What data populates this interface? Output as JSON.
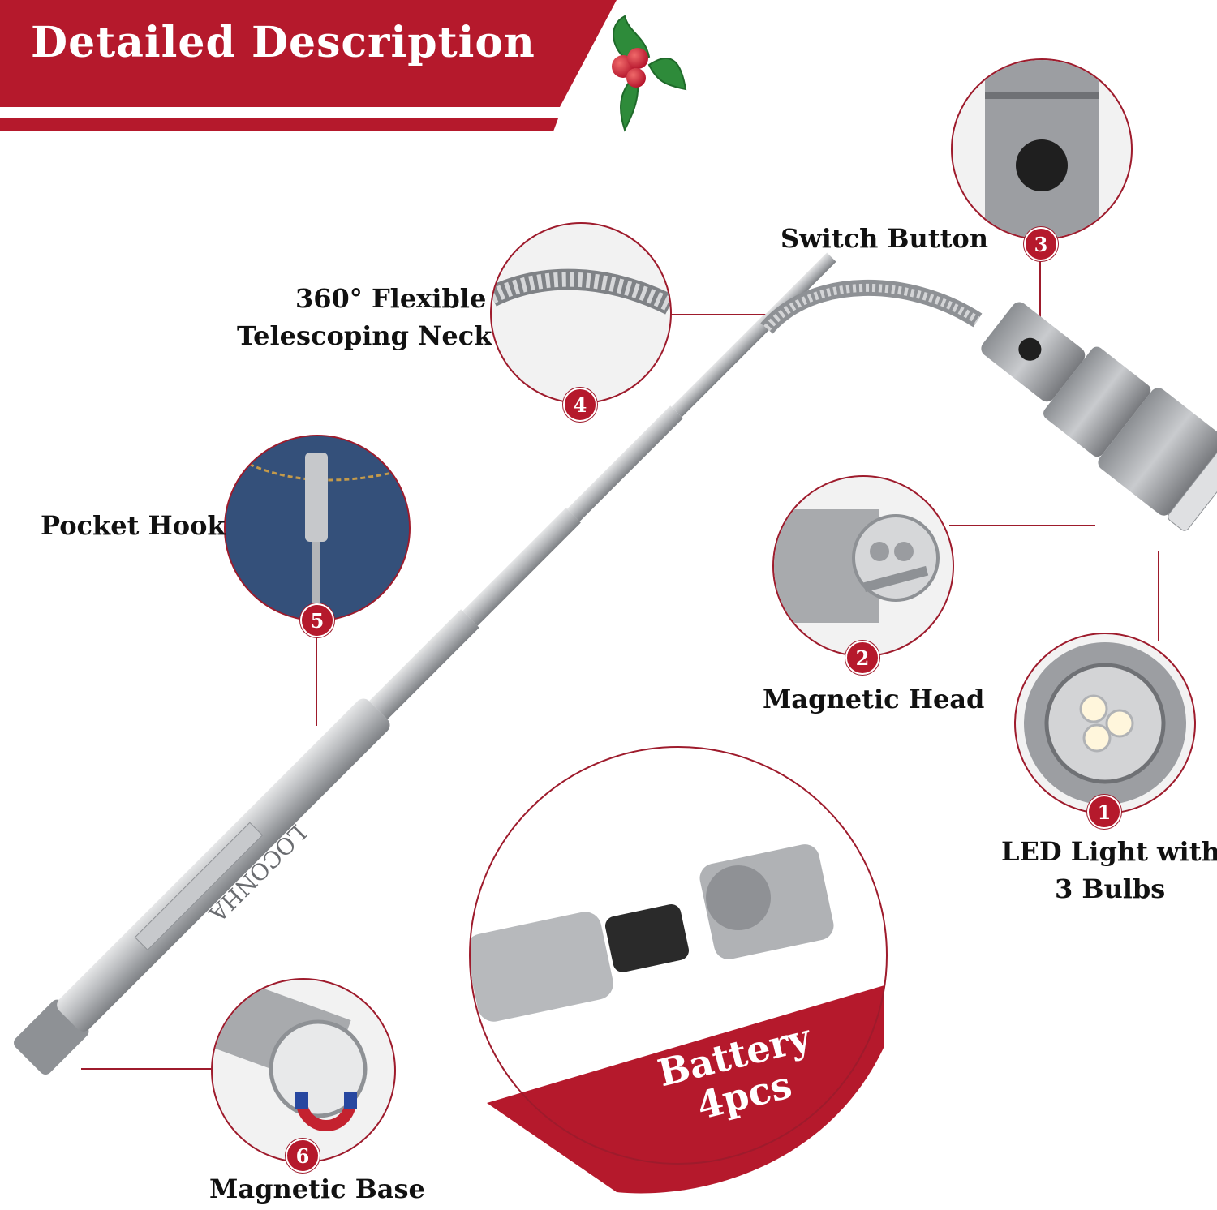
{
  "banner": {
    "title": "Detailed Description",
    "color": "#b5192c"
  },
  "features": [
    {
      "number": "1",
      "label_line1": "LED Light with",
      "label_line2": "3 Bulbs"
    },
    {
      "number": "2",
      "label": "Magnetic Head"
    },
    {
      "number": "3",
      "label": "Switch Button"
    },
    {
      "number": "4",
      "label_line1": "360°  Flexible",
      "label_line2": "Telescoping Neck"
    },
    {
      "number": "5",
      "label": "Pocket Hook"
    },
    {
      "number": "6",
      "label": "Magnetic Base"
    }
  ],
  "battery": {
    "line1": "Battery",
    "line2": "4pcs"
  },
  "product": {
    "engraving": "LOCONHA"
  },
  "colors": {
    "accent": "#b5192c",
    "line": "#9e1b2c",
    "metal": "#a9abae",
    "holly": "#2e8b3a"
  }
}
